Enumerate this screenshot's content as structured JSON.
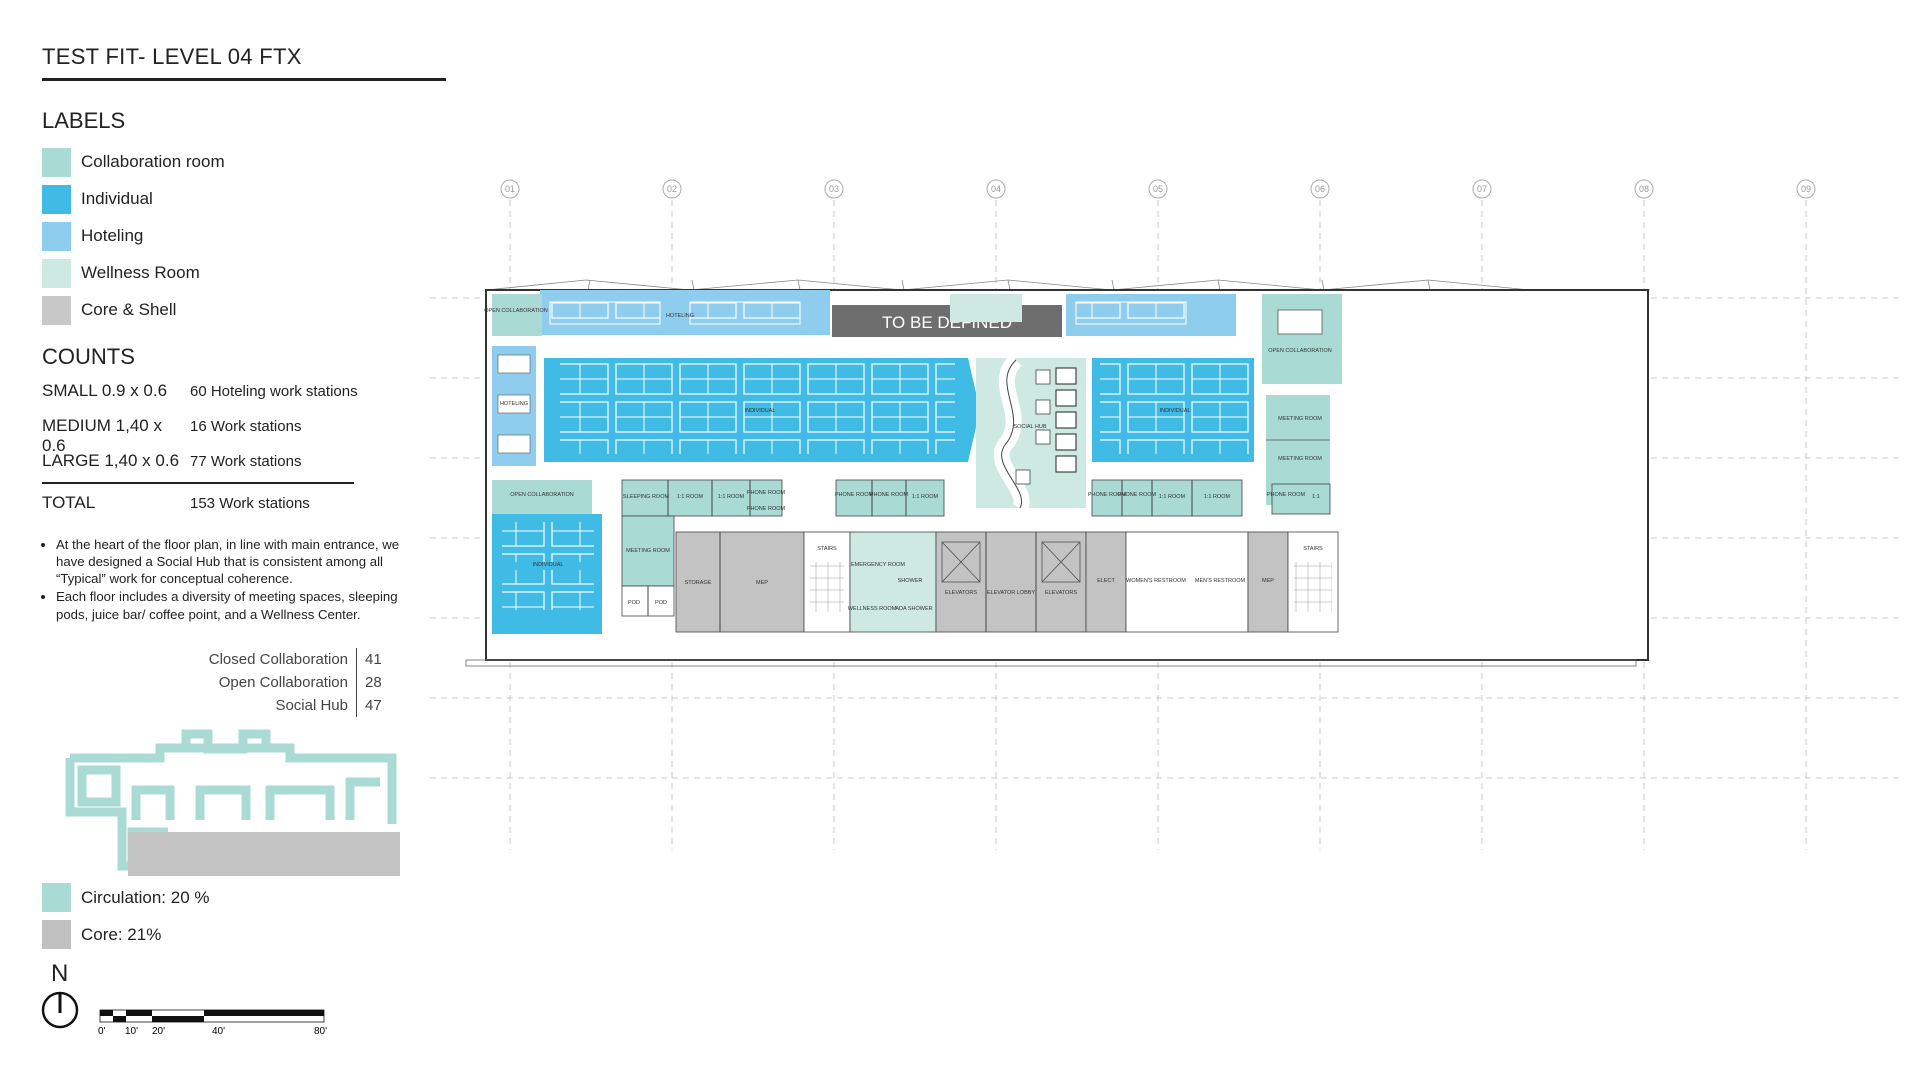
{
  "title": "TEST FIT- LEVEL 04 FTX",
  "labels_heading": "LABELS",
  "legend": [
    {
      "label": "Collaboration room",
      "color": "#a9dbd4"
    },
    {
      "label": "Individual",
      "color": "#3fbbe6"
    },
    {
      "label": "Hoteling",
      "color": "#8fcdef"
    },
    {
      "label": "Wellness Room",
      "color": "#cde9e2"
    },
    {
      "label": "Core & Shell",
      "color": "#c8c8c8"
    }
  ],
  "counts_heading": "COUNTS",
  "counts": [
    {
      "label": "SMALL 0.9 x 0.6",
      "value": "60 Hoteling work stations"
    },
    {
      "label": "MEDIUM 1,40 x 0.6",
      "value": "16 Work stations"
    },
    {
      "label": "LARGE 1,40 x 0.6",
      "value": "77 Work stations"
    }
  ],
  "total": {
    "label": "TOTAL",
    "value": "153 Work stations"
  },
  "notes": [
    "At the heart of the floor plan, in line with main entrance, we have designed a Social Hub that is consistent among all “Typical” work for conceptual coherence.",
    "Each floor includes a diversity of meeting spaces, sleeping pods, juice bar/ coffee point, and a Wellness Center."
  ],
  "stats": [
    {
      "label": "Closed Collaboration",
      "value": "41"
    },
    {
      "label": "Open Collaboration",
      "value": "28"
    },
    {
      "label": "Social Hub",
      "value": "47"
    }
  ],
  "summary": [
    {
      "label": "Circulation: 20 %",
      "color": "#a9dbd4"
    },
    {
      "label": "Core: 21%",
      "color": "#c0c0c0"
    }
  ],
  "north_label": "N",
  "scale_labels": [
    "0'",
    "10'",
    "20'",
    "40'",
    "80'"
  ],
  "plan": {
    "grid_labels": [
      "01",
      "02",
      "03",
      "04",
      "05",
      "06",
      "07",
      "08",
      "09"
    ],
    "tbd_label": "TO BE DEFINED",
    "rooms": {
      "open_collab_nw": "OPEN\nCOLLABORATION",
      "hoteling_top": "HOTELING",
      "hoteling_west": "HOTELING",
      "individual_main": "INDIVIDUAL",
      "social_hub": "SOCIAL HUB",
      "individual_east": "INDIVIDUAL",
      "open_collab_ne": "OPEN\nCOLLABORATION",
      "meeting_room_1": "MEETING\nROOM",
      "meeting_room_2": "MEETING\nROOM",
      "open_collab_sw": "OPEN\nCOLLABORATION",
      "individual_sw": "INDIVIDUAL",
      "sleeping_room": "SLEEPING\nROOM",
      "one_room_a": "1:1 ROOM",
      "one_room_b": "1:1 ROOM",
      "phone_room_a": "PHONE\nROOM",
      "phone_room_b": "PHONE\nROOM",
      "meeting_room_sw": "MEETING\nROOM",
      "pod_a": "POD",
      "pod_b": "POD",
      "storage": "STORAGE",
      "mep_1": "MEP",
      "stairs_1": "STAIRS",
      "wellness": "WELLNESS\nROOM",
      "emergency": "EMERGENCY\nROOM",
      "shower": "SHOWER",
      "ada_shower": "ADA\nSHOWER",
      "elevators_1": "ELEVATORS",
      "elevator_lobby": "ELEVATOR\nLOBBY",
      "elevators_2": "ELEVATORS",
      "elect": "ELECT",
      "womens": "WOMEN'S\nRESTROOM",
      "mens": "MEN'S\nRESTROOM",
      "mep_2": "MEP",
      "stairs_2": "STAIRS",
      "phone_1": "PHONE\nROOM",
      "phone_2": "PHONE\nROOM",
      "one_1": "1:1 ROOM",
      "phone_3": "PHONE\nROOM",
      "phone_4": "PHONE\nROOM",
      "one_2": "1:1 ROOM",
      "one_3": "1:1 ROOM",
      "phone_5": "PHONE\nROOM",
      "one_4": "1:1"
    }
  }
}
